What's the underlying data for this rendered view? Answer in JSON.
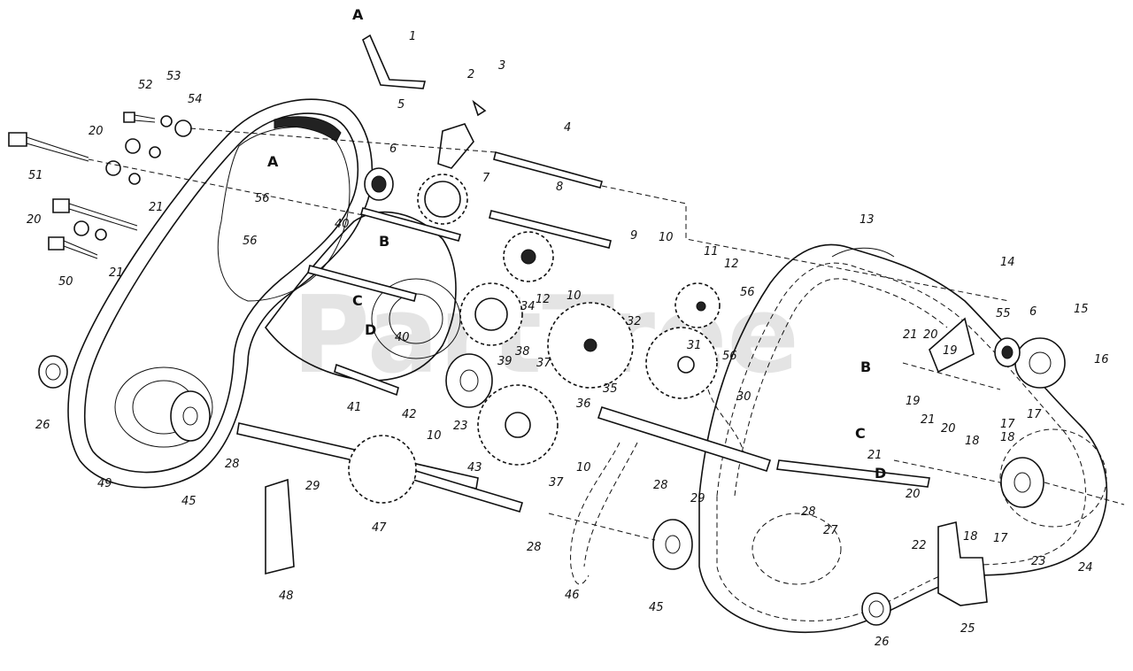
{
  "watermark": "PartTree",
  "letters": [
    "A",
    "A",
    "B",
    "C",
    "D",
    "B",
    "C",
    "D"
  ],
  "callouts": [
    "1",
    "2",
    "3",
    "4",
    "5",
    "6",
    "7",
    "8",
    "9",
    "10",
    "11",
    "12",
    "13",
    "14",
    "15",
    "16",
    "17",
    "18",
    "19",
    "20",
    "21",
    "22",
    "23",
    "24",
    "25",
    "26",
    "27",
    "28",
    "29",
    "30",
    "31",
    "32",
    "34",
    "35",
    "36",
    "37",
    "38",
    "39",
    "40",
    "41",
    "42",
    "43",
    "45",
    "46",
    "47",
    "48",
    "49",
    "50",
    "51",
    "52",
    "53",
    "54",
    "55",
    "56"
  ]
}
